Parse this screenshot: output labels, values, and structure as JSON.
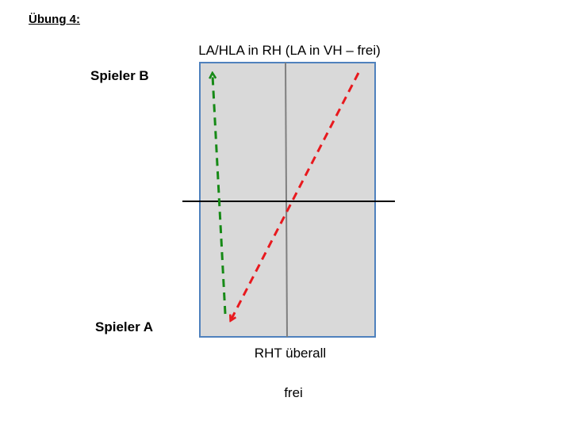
{
  "exercise": {
    "title": "Übung 4:"
  },
  "labels": {
    "top": "LA/HLA in RH (LA in VH – frei)",
    "player_b": "Spieler B",
    "player_a": "Spieler A",
    "bottom_1": "RHT überall",
    "bottom_2": "frei"
  },
  "colors": {
    "table_fill": "#d9d9d9",
    "table_border": "#4f81bd",
    "net": "#000000",
    "center_line": "#7f7f7f",
    "arrow_green": "#168a16",
    "arrow_red": "#e8191e"
  }
}
